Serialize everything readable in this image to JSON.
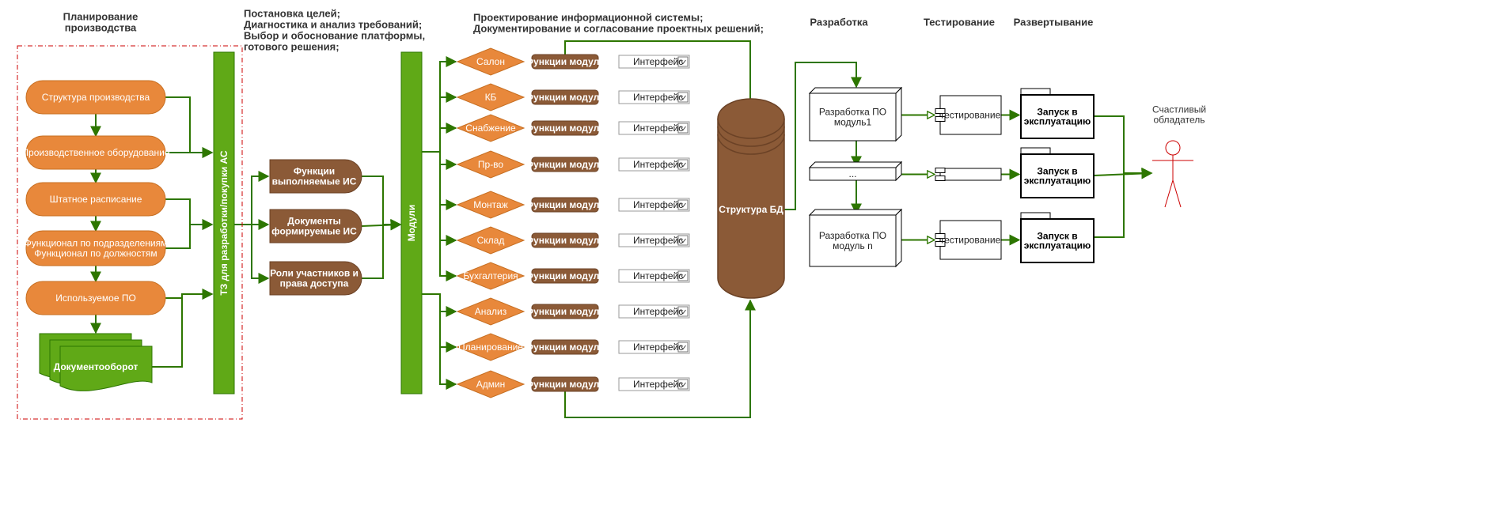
{
  "colors": {
    "orange": "#E8883B",
    "orange_stroke": "#C76F22",
    "green": "#60A917",
    "green_stroke": "#2D7600",
    "brown": "#8B5A37",
    "brown_dark": "#6B4226",
    "dashed_border": "#CC0000",
    "actor": "#CC0000"
  },
  "headers": {
    "planning": [
      "Планирование",
      "производства"
    ],
    "goals": [
      "Постановка целей;",
      "Диагностика и анализ требований;",
      " Выбор и обоснование платформы,",
      "готового решения;"
    ],
    "design": [
      "Проектирование информационной системы;",
      "Документирование и согласование проектных решений;"
    ],
    "development": "Разработка",
    "testing": "Тестирование",
    "deployment": "Развертывание"
  },
  "planning_steps": [
    [
      "Структура производства"
    ],
    [
      "Производственное оборудование"
    ],
    [
      "Штатное расписание"
    ],
    [
      "Функционал по подразделениям",
      "Функционал по должностям"
    ],
    [
      "Используемое ПО"
    ]
  ],
  "document_flow": "Документооборот",
  "tz_bar": "ТЗ для разработки/покупки АС",
  "analysis_boxes": [
    [
      "Функции",
      "выполняемые ИС"
    ],
    [
      "Документы",
      "формируемые ИС"
    ],
    [
      "Роли участников и",
      "права доступа"
    ]
  ],
  "modules_bar": "Модули",
  "module_names": [
    "Салон",
    "КБ",
    "Снабжение",
    "Пр-во",
    "Монтаж",
    "Склад",
    "Бухгалтерия",
    "Анализ",
    "Планирование",
    "Админ"
  ],
  "module_function_label": "Функции модуля",
  "interface_label": "Интерфейс",
  "db_label": "Структура БД",
  "dev_boxes": [
    [
      "Разработка ПО",
      "модуль1"
    ],
    [
      "..."
    ],
    [
      "Разработка ПО",
      "модуль n"
    ]
  ],
  "test_boxes": [
    "тестирование",
    "",
    "тестирование"
  ],
  "deploy_boxes": [
    [
      "Запуск в",
      "эксплуатацию"
    ],
    [
      "Запуск в",
      "эксплуатацию"
    ],
    [
      "Запуск в",
      "эксплуатацию"
    ]
  ],
  "actor_label": [
    "Счастливый",
    "обладатель"
  ]
}
